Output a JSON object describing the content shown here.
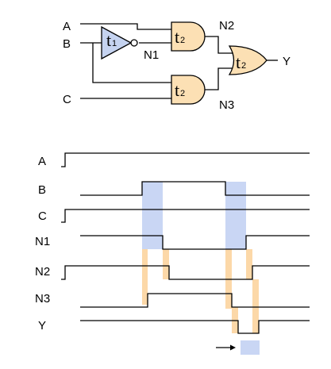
{
  "circuit": {
    "inputs": {
      "a": "A",
      "b": "B",
      "c": "C"
    },
    "nodes": {
      "n1": "N1",
      "n2": "N2",
      "n3": "N3"
    },
    "output": "Y",
    "gates": {
      "not_gate": {
        "symbol": "t",
        "sub": "1"
      },
      "and_top": {
        "symbol": "t",
        "sub": "2"
      },
      "and_bottom": {
        "symbol": "t",
        "sub": "2"
      },
      "or_gate": {
        "symbol": "t",
        "sub": "2"
      }
    },
    "colors": {
      "not_fill": "#c5d3f0",
      "gate_fill": "#fce0b4",
      "wire": "#000000"
    }
  },
  "timing": {
    "signals": [
      "A",
      "B",
      "C",
      "N1",
      "N2",
      "N3",
      "Y"
    ],
    "highlight_colors": {
      "delay_t1": "#c9d6f4",
      "delay_t2": "#fcd8a8"
    }
  }
}
